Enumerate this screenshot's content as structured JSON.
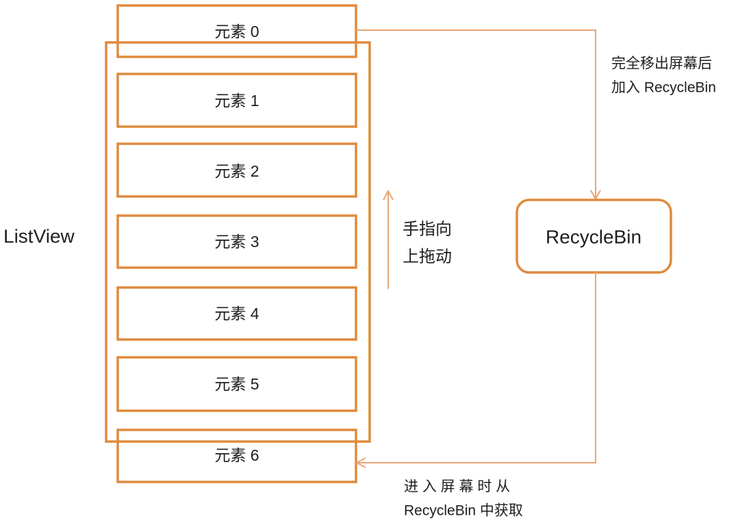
{
  "listview": {
    "label": "ListView"
  },
  "items": [
    {
      "label": "元素 0"
    },
    {
      "label": "元素 1"
    },
    {
      "label": "元素 2"
    },
    {
      "label": "元素 3"
    },
    {
      "label": "元素 4"
    },
    {
      "label": "元素 5"
    },
    {
      "label": "元素 6"
    }
  ],
  "gesture": {
    "line1": "手指向",
    "line2": "上拖动"
  },
  "recycle_bin": {
    "label": "RecycleBin"
  },
  "annotations": {
    "exit": {
      "line1": "完全移出屏幕后",
      "line2": "加入 RecycleBin"
    },
    "enter": {
      "line1": "进 入 屏 幕 时 从",
      "line2": "RecycleBin 中获取"
    }
  },
  "colors": {
    "frame": "#DF8A3E",
    "connector": "#E9A574",
    "text": "#1E1E1E"
  }
}
